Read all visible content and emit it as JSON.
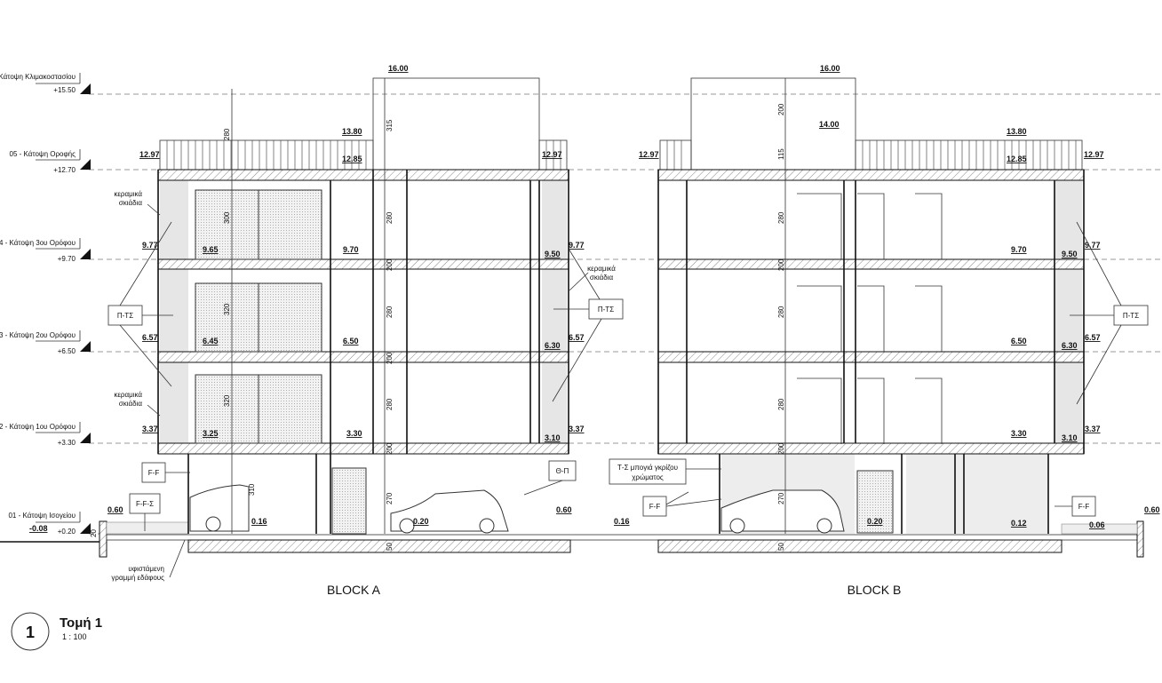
{
  "levels": [
    {
      "name": "Κάτοψη Κλιμακοστασίου",
      "elev": "+15.50"
    },
    {
      "name": "05 - Κάτοψη Οροφής",
      "elev": "+12.70"
    },
    {
      "name": "4 - Κάτοψη 3ου Ορόφου",
      "elev": "+9.70"
    },
    {
      "name": "3 - Κάτοψη 2ου Ορόφου",
      "elev": "+6.50"
    },
    {
      "name": "2 - Κάτοψη 1ου Ορόφου",
      "elev": "+3.30"
    },
    {
      "name": "01 - Κάτοψη Ισογείου",
      "elev": "+0.20"
    }
  ],
  "block_a": {
    "label": "BLOCK A",
    "elevations": [
      "16.00",
      "13.80",
      "12.85",
      "12.97",
      "12.97",
      "9.77",
      "9.65",
      "9.70",
      "9.50",
      "9.77",
      "6.57",
      "6.45",
      "6.50",
      "6.30",
      "6.57",
      "3.37",
      "3.25",
      "3.30",
      "3.10",
      "3.37",
      "0.60",
      "-0.08",
      "0.16",
      "0.20",
      "0.60",
      "0.16"
    ],
    "dims": [
      "280",
      "315",
      "300",
      "320",
      "320",
      "310",
      "280",
      "280",
      "280",
      "200",
      "200",
      "200",
      "270",
      "50",
      "20"
    ]
  },
  "block_b": {
    "label": "BLOCK B",
    "elevations": [
      "16.00",
      "14.00",
      "13.80",
      "12.85",
      "12.97",
      "12.97",
      "9.70",
      "9.50",
      "9.77",
      "6.50",
      "6.30",
      "6.57",
      "3.30",
      "3.10",
      "3.37",
      "0.20",
      "0.12",
      "0.06",
      "0.60"
    ],
    "dims": [
      "200",
      "115",
      "280",
      "280",
      "280",
      "200",
      "200",
      "270",
      "50"
    ]
  },
  "tags": {
    "pts": "Π-ΤΣ",
    "ff": "F-F",
    "ffs": "F-F-Σ",
    "thp": "Θ-Π",
    "ts1": "Τ-Σ μπογιά γκρίζου",
    "ts2": "χρώματος"
  },
  "notes": {
    "keramika1": "κεραμικά",
    "keramika2": "σκιάδια",
    "ground1": "υφιστάμενη",
    "ground2": "γραμμή εδάφους"
  },
  "title": {
    "number": "1",
    "name": "Τομή 1",
    "scale": "1 : 100"
  }
}
